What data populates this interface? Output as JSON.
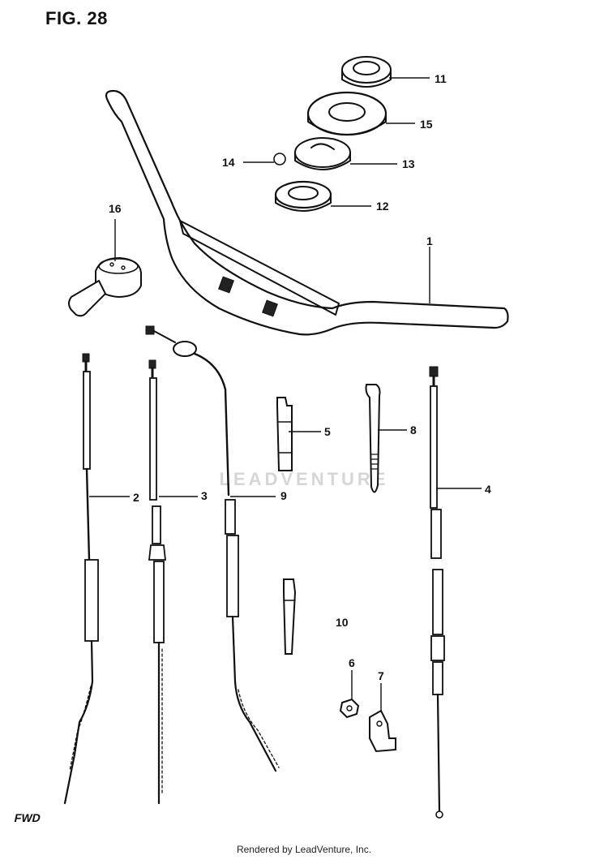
{
  "figure": {
    "title": "FIG. 28",
    "front_mark": "FWD",
    "watermark": "LEADVENTURE",
    "footer": "Rendered by LeadVenture, Inc."
  },
  "parts": {
    "p1": "1",
    "p2": "2",
    "p3": "3",
    "p4": "4",
    "p5": "5",
    "p6": "6",
    "p7": "7",
    "p8": "8",
    "p9": "9",
    "p10": "10",
    "p11": "11",
    "p12": "12",
    "p13": "13",
    "p14": "14",
    "p15": "15",
    "p16": "16"
  },
  "colors": {
    "ink": "#111111",
    "watermark": "#d6d6d6",
    "background": "#ffffff"
  }
}
